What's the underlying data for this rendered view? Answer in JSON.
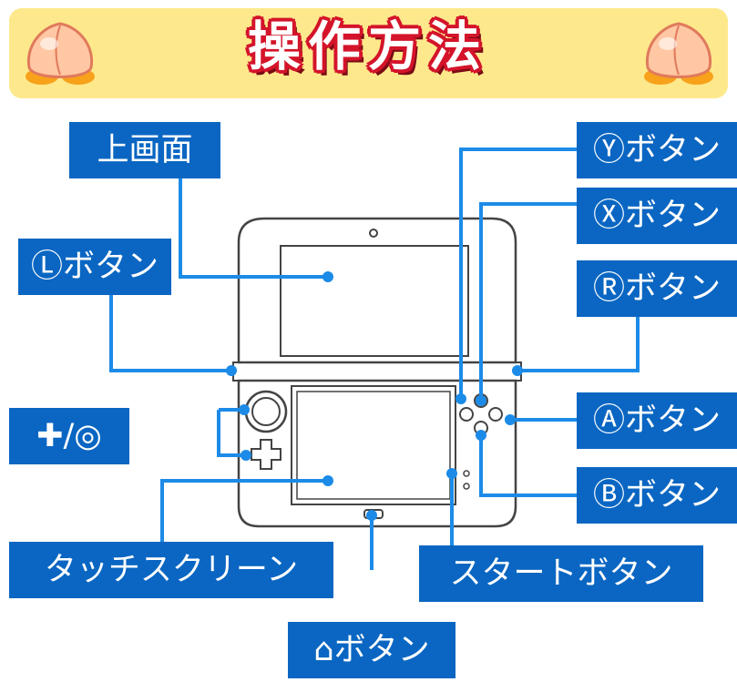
{
  "banner": {
    "title": "操作方法"
  },
  "colors": {
    "label_bg": "#0a66c2",
    "line": "#1c8be8",
    "banner_bg": "#fde98c",
    "title_outline": "#d4142a"
  },
  "labels": {
    "top_screen": "上画面",
    "l_button": "Ⓛボタン",
    "dpad_circlepad": "✚/◎",
    "touch_screen": "タッチスクリーン",
    "home_button": "⌂ボタン",
    "y_button": "Ⓨボタン",
    "x_button": "Ⓧボタン",
    "r_button": "Ⓡボタン",
    "a_button": "Ⓐボタン",
    "b_button": "Ⓑボタン",
    "start_button": "スタートボタン"
  }
}
